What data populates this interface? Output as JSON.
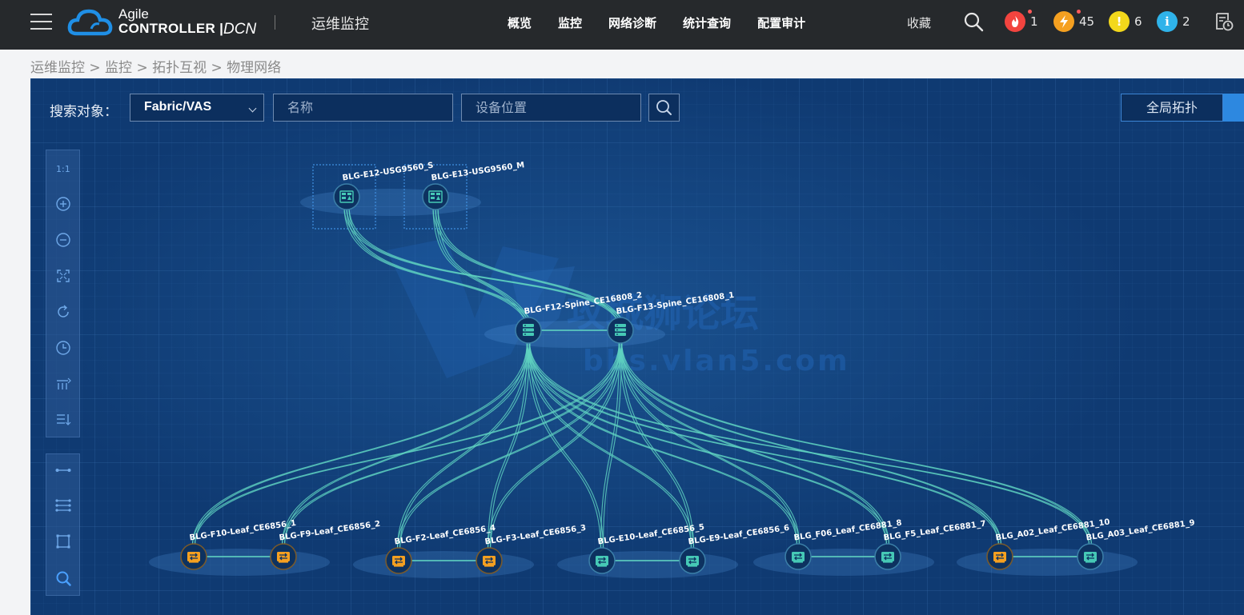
{
  "header": {
    "brand_line1": "Agile",
    "brand_line2": "CONTROLLER |",
    "brand_line3": "DCN",
    "module_title": "运维监控",
    "nav": [
      "概览",
      "监控",
      "网络诊断",
      "统计查询",
      "配置审计"
    ],
    "favorites": "收藏",
    "alarms": [
      {
        "name": "critical",
        "count": "1",
        "color": "#f2443f",
        "icon": "fire-icon",
        "has_dot": true
      },
      {
        "name": "major",
        "count": "45",
        "color": "#f5a020",
        "icon": "lightning-icon",
        "has_dot": true
      },
      {
        "name": "minor",
        "count": "6",
        "color": "#f3d81b",
        "icon": "exclamation-icon",
        "has_dot": false
      },
      {
        "name": "info",
        "count": "2",
        "color": "#2fb3ea",
        "icon": "info-icon",
        "has_dot": false
      }
    ]
  },
  "breadcrumb": "运维监控 > 监控 > 拓扑互视 > 物理网络",
  "search": {
    "label": "搜索对象：",
    "object_type": "Fabric/VAS",
    "name_placeholder": "名称",
    "location_placeholder": "设备位置",
    "global_topology": "全局拓扑"
  },
  "watermark": {
    "cn": "攻城狮论坛",
    "en": "bbs.vlan5.com"
  },
  "topology": {
    "firewalls": [
      {
        "id": "fw1",
        "label": "BLG-E12-USG9560_S"
      },
      {
        "id": "fw2",
        "label": "BLG-E13-USG9560_M"
      }
    ],
    "spines": [
      {
        "id": "sp1",
        "label": "BLG-F12-Spine_CE16808_2"
      },
      {
        "id": "sp2",
        "label": "BLG-F13-Spine_CE16808_1"
      }
    ],
    "leaves": [
      {
        "id": "lf1",
        "label": "BLG-F10-Leaf_CE6856_1",
        "kind": "orange"
      },
      {
        "id": "lf2",
        "label": "BLG-F9-Leaf_CE6856_2",
        "kind": "orange"
      },
      {
        "id": "lf3",
        "label": "BLG-F2-Leaf_CE6856_4",
        "kind": "orange"
      },
      {
        "id": "lf4",
        "label": "BLG-F3-Leaf_CE6856_3",
        "kind": "orange"
      },
      {
        "id": "lf5",
        "label": "BLG-E10-Leaf_CE6856_5",
        "kind": "teal"
      },
      {
        "id": "lf6",
        "label": "BLG-E9-Leaf_CE6856_6",
        "kind": "teal"
      },
      {
        "id": "lf7",
        "label": "BLG_F06_Leaf_CE6881_8",
        "kind": "teal"
      },
      {
        "id": "lf8",
        "label": "BLG_F5_Leaf_CE6881_7",
        "kind": "teal"
      },
      {
        "id": "lf9",
        "label": "BLG_A02_Leaf_CE6881_10",
        "kind": "orange"
      },
      {
        "id": "lf10",
        "label": "BLG_A03_Leaf_CE6881_9",
        "kind": "teal"
      }
    ]
  }
}
